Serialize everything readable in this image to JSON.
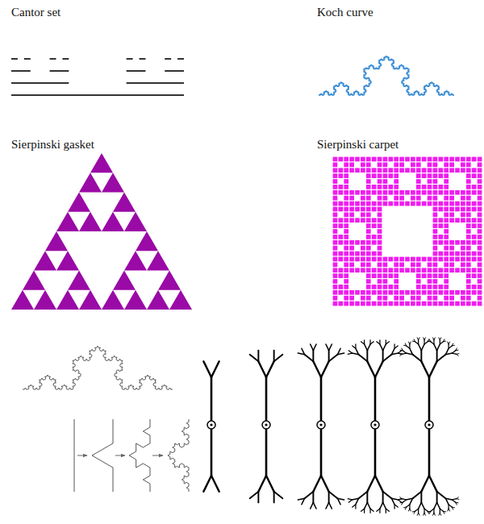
{
  "diagram": {
    "labels": [
      "Cantor set",
      "Koch curve",
      "Sierpinski gasket",
      "Sierpinski carpet"
    ]
  }
}
